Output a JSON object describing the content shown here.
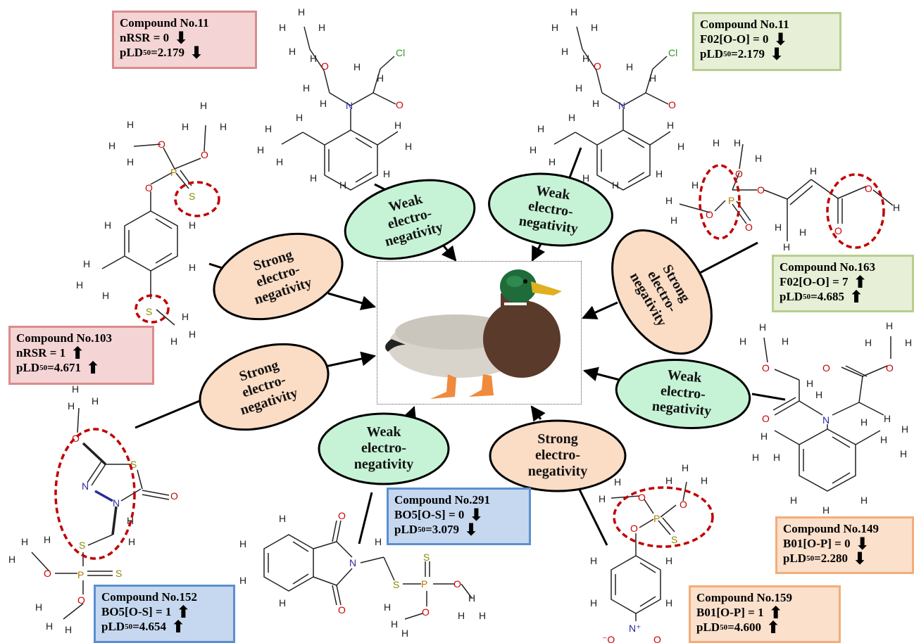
{
  "center_image": {
    "subject": "duck-photo",
    "colors": {
      "head": "#1f6b3a",
      "beak": "#e0b020",
      "breast": "#5a3a2a",
      "body": "#d8d4cc",
      "feet": "#f08a3c"
    }
  },
  "colors": {
    "strong_fill": "#fbdcc4",
    "weak_fill": "#c6f3d6",
    "highlight": "#c00000"
  },
  "labels": {
    "strong": [
      "Strong",
      "electro-",
      "negativity"
    ],
    "weak": [
      "Weak",
      "electro-",
      "negativity"
    ]
  },
  "boxes": [
    {
      "id": "no11-nrsr",
      "title": "Compound  No.11",
      "desc": "nRSR = 0",
      "desc_dir": "down",
      "pld_value": "2.179",
      "pld_dir": "down"
    },
    {
      "id": "no11-f02",
      "title": "Compound  No.11",
      "desc": "F02[O-O]  = 0",
      "desc_dir": "down",
      "pld_value": "2.179",
      "pld_dir": "down"
    },
    {
      "id": "no163",
      "title": "Compound  No.163",
      "desc": "F02[O-O]  = 7",
      "desc_dir": "up",
      "pld_value": "4.685",
      "pld_dir": "up"
    },
    {
      "id": "no103",
      "title": "Compound  No.103",
      "desc": "nRSR = 1",
      "desc_dir": "up",
      "pld_value": "4.671",
      "pld_dir": "up"
    },
    {
      "id": "no291",
      "title": "Compound  No.291",
      "desc": "BO5[O-S] = 0",
      "desc_dir": "down",
      "pld_value": "3.079",
      "pld_dir": "down"
    },
    {
      "id": "no149",
      "title": "Compound  No.149",
      "desc": "B01[O-P] = 0",
      "desc_dir": "down",
      "pld_value": "2.280",
      "pld_dir": "down"
    },
    {
      "id": "no152",
      "title": "Compound  No.152",
      "desc": "BO5[O-S] = 1",
      "desc_dir": "up",
      "pld_value": "4.654",
      "pld_dir": "up"
    },
    {
      "id": "no159",
      "title": "Compound  No.159",
      "desc": "B01[O-P] = 1",
      "desc_dir": "up",
      "pld_value": "4.600",
      "pld_dir": "up"
    }
  ],
  "pld_prefix": "pLD",
  "pld_sub": "50",
  "pld_eq": "= ",
  "atoms": {
    "H": "H",
    "O": "O",
    "S": "S",
    "P": "P",
    "N": "N",
    "Cl": "Cl",
    "Nplus": "N⁺",
    "Ominus": "⁻O"
  },
  "arrows": {
    "up": "🠉",
    "down": "🠋"
  }
}
